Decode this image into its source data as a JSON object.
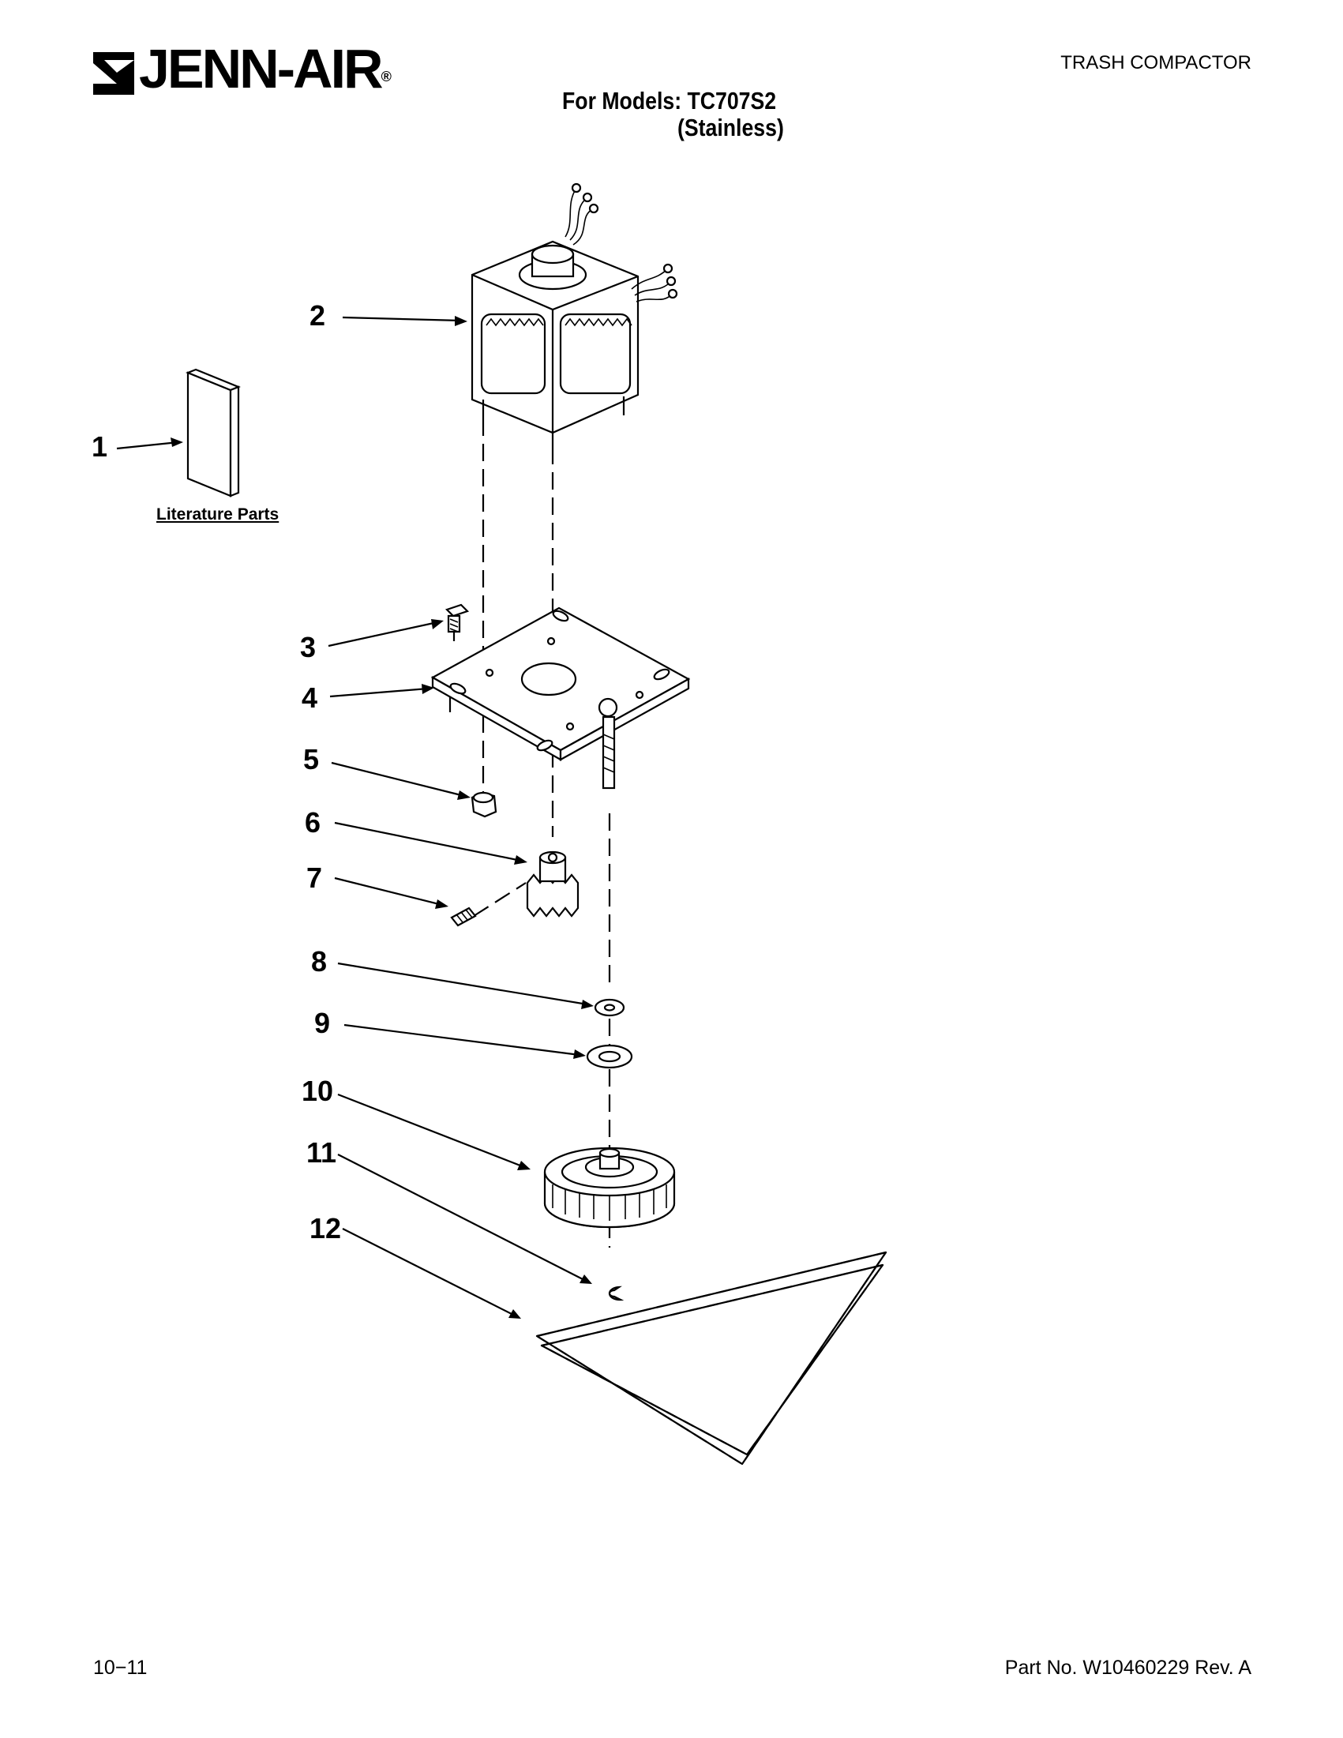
{
  "header": {
    "brand": "JENN-AIR",
    "brand_mark": "®",
    "section": "TRASH COMPACTOR",
    "models_line": "For Models: TC707S2",
    "models_finish": "(Stainless)"
  },
  "diagram": {
    "literature_label": "Literature Parts",
    "callouts": [
      "1",
      "2",
      "3",
      "4",
      "5",
      "6",
      "7",
      "8",
      "9",
      "10",
      "11",
      "12"
    ]
  },
  "footer": {
    "date_code": "10−11",
    "part_number": "Part No. W10460229 Rev. A"
  }
}
